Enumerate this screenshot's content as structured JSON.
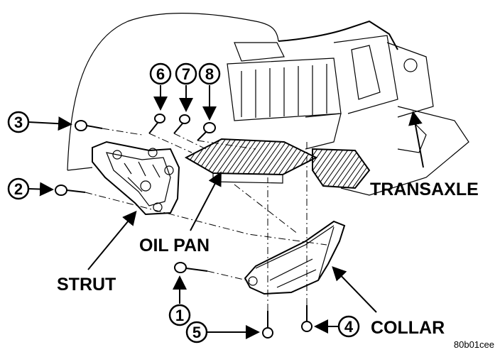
{
  "labels": {
    "transaxle": "TRANSAXLE",
    "oil_pan": "OIL PAN",
    "strut": "STRUT",
    "collar": "COLLAR"
  },
  "callouts": {
    "c1": "1",
    "c2": "2",
    "c3": "3",
    "c4": "4",
    "c5": "5",
    "c6": "6",
    "c7": "7",
    "c8": "8"
  },
  "figure_code": "80b01cee"
}
